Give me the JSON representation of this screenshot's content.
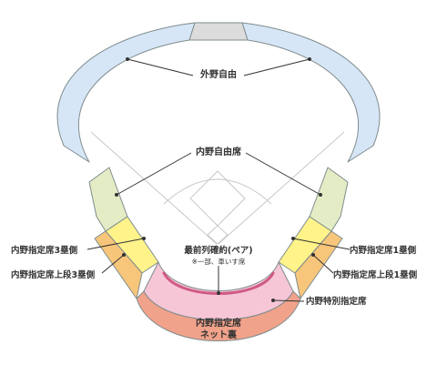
{
  "labels": {
    "outfield_free": "外野自由",
    "infield_free": "内野自由席",
    "infield_reserved_3b": "内野指定席3塁側",
    "infield_reserved_upper_3b": "内野指定席上段3塁側",
    "infield_reserved_1b": "内野指定席1塁側",
    "infield_reserved_upper_1b": "内野指定席上段1塁側",
    "front_row_pair": "最前列確約(ペア)",
    "front_row_note": "※一部、車いす席",
    "infield_special": "内野特別指定席",
    "net_back_line1": "内野指定席",
    "net_back_line2": "ネット裏"
  },
  "colors": {
    "outfield": "#d6e6f7",
    "scoreboard": "#dcdcdc",
    "infield_free": "#e3ecc4",
    "infield_reserved": "#fff38a",
    "infield_reserved_upper": "#f7c67a",
    "special": "#f6c6d6",
    "front_row": "#d05a86",
    "net_back": "#f1a28a"
  }
}
